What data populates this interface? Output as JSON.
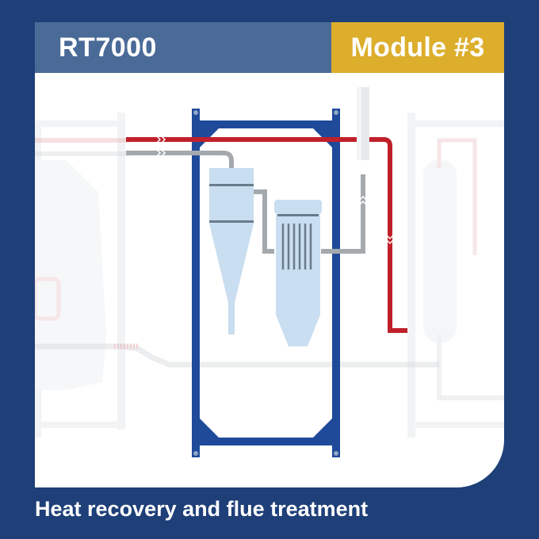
{
  "header": {
    "product": "RT7000",
    "module": "Module #3"
  },
  "caption": "Heat recovery and flue treatment",
  "icons": [
    "cyclone-separator-icon",
    "bag-filter-icon",
    "stack-icon",
    "heat-exchanger-icon"
  ],
  "colors": {
    "background": "#1e3f78",
    "header_left": "#4a6a98",
    "header_right": "#dcae2c",
    "hot_pipe": "#c0202a",
    "flue_pipe": "#a4a9ae",
    "equipment": "#c9def0",
    "frame": "#1f4a9a"
  }
}
